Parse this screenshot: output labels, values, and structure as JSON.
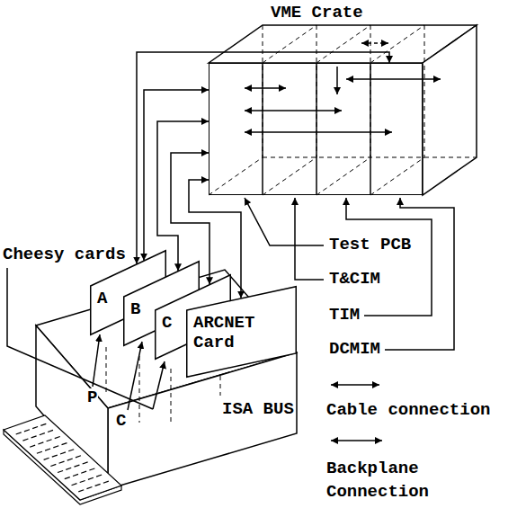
{
  "diagram": {
    "nodes": [
      {
        "text": [
          "VME Crate"
        ]
      },
      {
        "text": [
          "A"
        ]
      },
      {
        "text": [
          "B"
        ]
      },
      {
        "text": [
          "C"
        ]
      },
      {
        "text": [
          "ARCNET Card"
        ]
      }
    ],
    "edges": [
      {
        "from": 1,
        "to": 0,
        "arrow": "both"
      },
      {
        "from": 1,
        "to": 0,
        "arrow": "both"
      },
      {
        "from": 2,
        "to": 0,
        "arrow": "both"
      },
      {
        "from": 3,
        "to": 0,
        "arrow": "both"
      },
      {
        "from": 4,
        "to": 0,
        "arrow": "both"
      }
    ],
    "labels": [
      "Cheesy cards",
      "P",
      "C",
      "ISA BUS",
      "Test PCB",
      "T&CIM",
      "TIM",
      "DCMIM"
    ],
    "legend": [
      {
        "text": "Cable connection"
      },
      {
        "text": "Backplane Connection"
      }
    ]
  }
}
